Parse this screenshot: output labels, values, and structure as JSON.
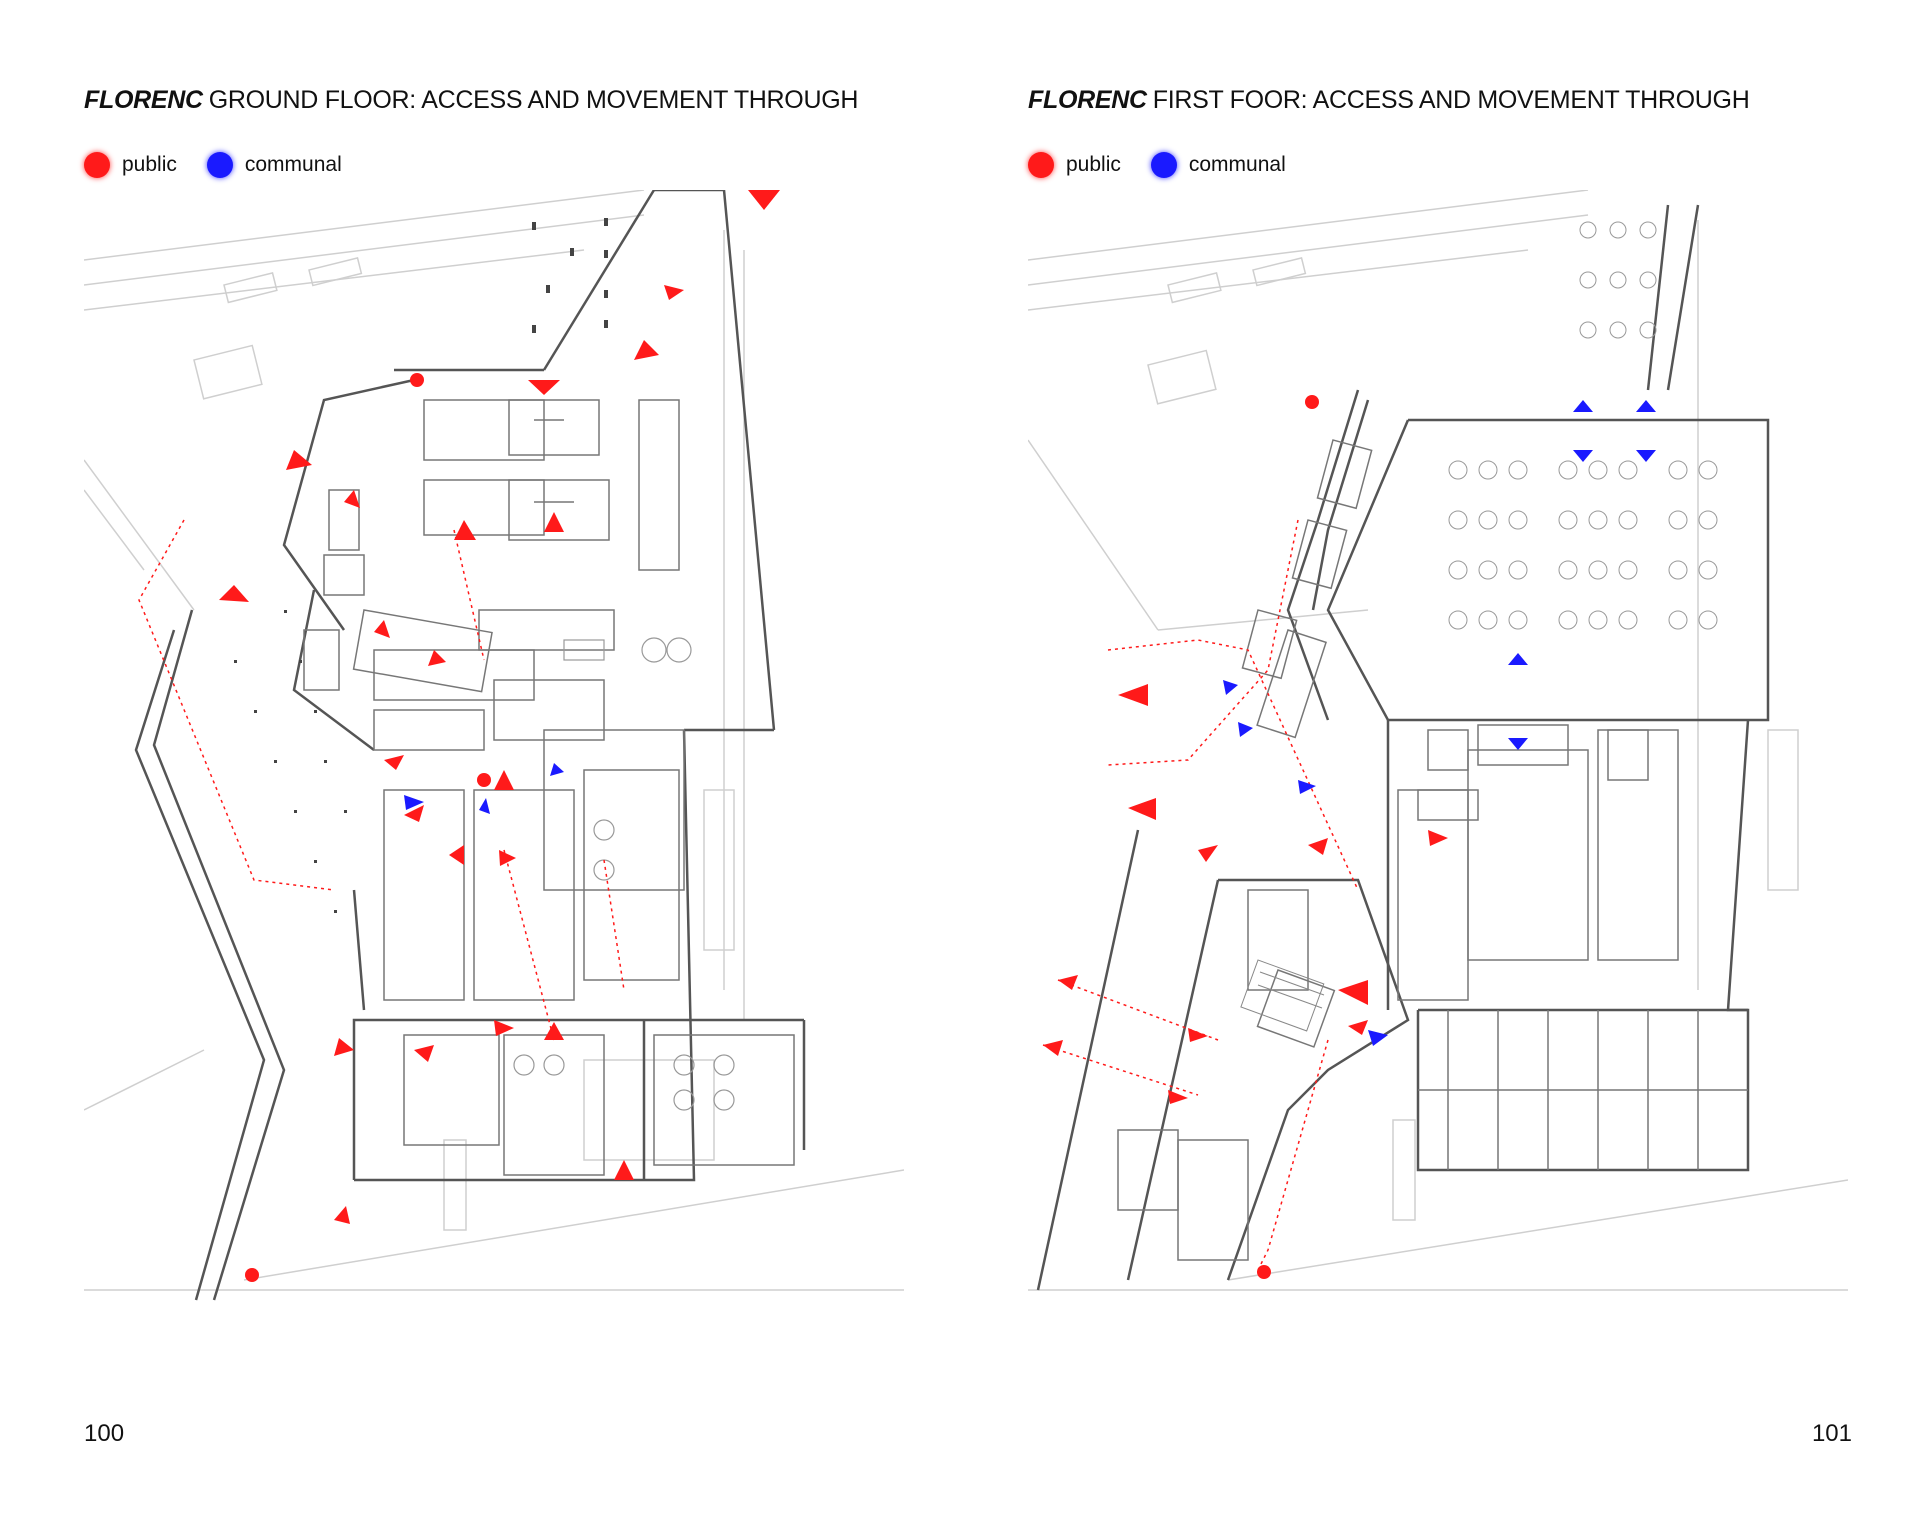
{
  "colors": {
    "public": "#ff1a1a",
    "communal": "#1a1aff",
    "line": "#555555",
    "lightline": "#c9c9c9"
  },
  "legend": {
    "public": "public",
    "communal": "communal"
  },
  "left_page": {
    "title_brand": "FLORENC",
    "title_rest": "GROUND FLOOR: ACCESS AND MOVEMENT THROUGH",
    "page_number": "100"
  },
  "right_page": {
    "title_brand": "FLORENC",
    "title_rest": "FIRST FOOR: ACCESS AND MOVEMENT THROUGH",
    "page_number": "101"
  }
}
